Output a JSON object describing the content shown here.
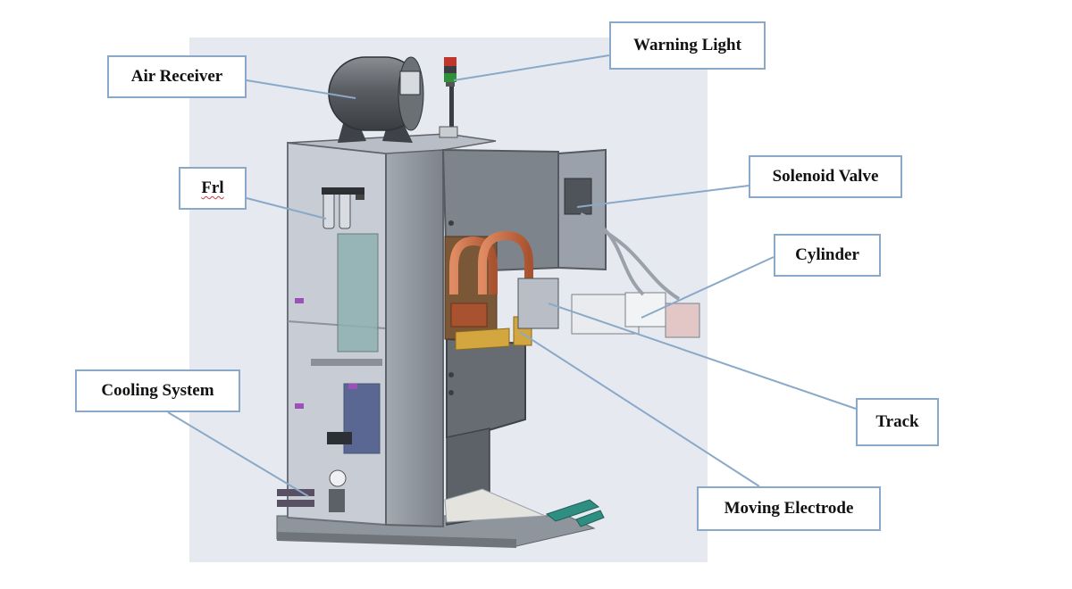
{
  "labels": {
    "air_receiver": "Air Receiver",
    "warning_light": "Warning Light",
    "frl": "Frl",
    "solenoid_valve": "Solenoid Valve",
    "cylinder": "Cylinder",
    "cooling_system": "Cooling System",
    "track": "Track",
    "moving_electrode": "Moving Electrode"
  },
  "colors": {
    "leader_line": "#8aa9c9",
    "backdrop": "#e6e9f0",
    "frame": "#9aa1aa",
    "frame_dark": "#6c727b",
    "glass": "#c9ced6",
    "copper": "#c56a45",
    "brass": "#d3a640",
    "brown": "#7a5736",
    "tank": "#505458",
    "teal": "#2e8e82"
  }
}
